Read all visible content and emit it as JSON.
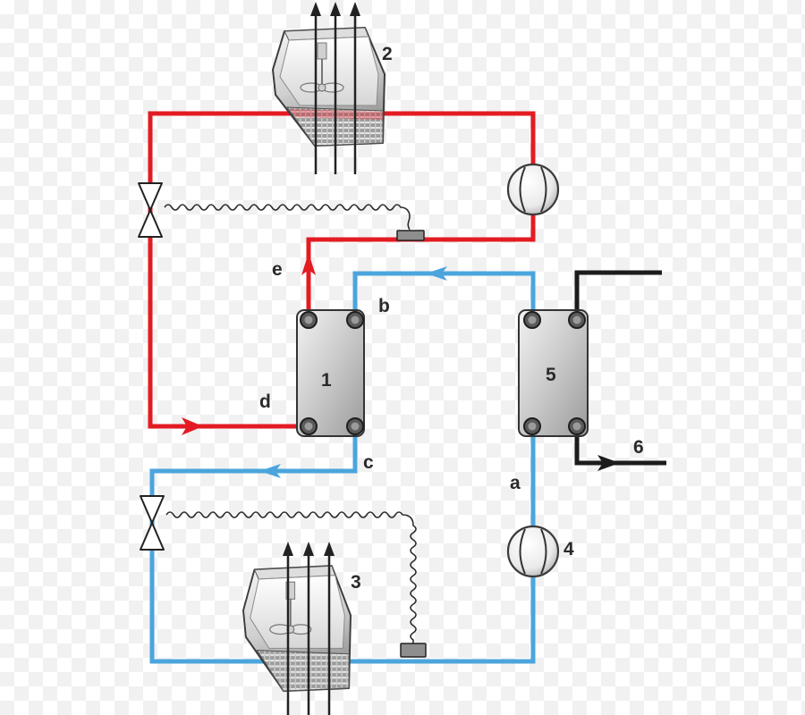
{
  "labels": {
    "condenser": "2",
    "heat_exchanger_1": "1",
    "heat_exchanger_5": "5",
    "evaporator": "3",
    "compressor": "4",
    "outlet": "6",
    "point_a": "a",
    "point_b": "b",
    "point_c": "c",
    "point_d": "d",
    "point_e": "e"
  },
  "colors": {
    "high_temperature_circuit": "#e31b23",
    "low_temperature_circuit": "#4ba5dc",
    "secondary_circuit": "#1c1c1c"
  }
}
